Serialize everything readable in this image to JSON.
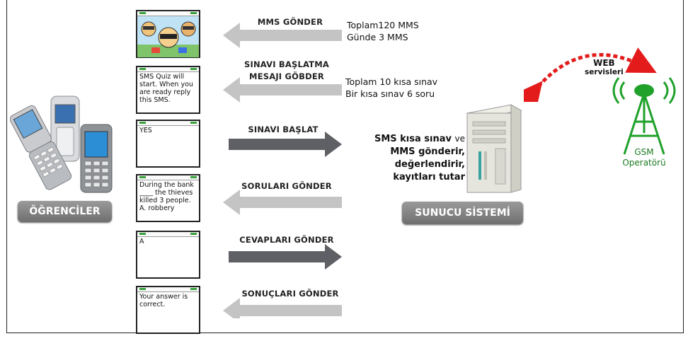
{
  "students_label": "ÖĞRENCİLER",
  "server_label": "SUNUCU SİSTEMİ",
  "server_description": {
    "line1_bold": "SMS kısa sınav",
    "line1_thin": "ve",
    "line2": "MMS gönderir,",
    "line3": "değerlendirir,",
    "line4": "kayıtları tutar"
  },
  "gsm": {
    "line1": "GSM",
    "line2": "Operatörü"
  },
  "web": {
    "line1": "WEB",
    "line2": "servisleri"
  },
  "steps": [
    {
      "label": "MMS GÖNDER",
      "direction": "to-students",
      "note1": "Toplam120 MMS",
      "note2": "Günde 3 MMS"
    },
    {
      "label": "SINAVI BAŞLATMA",
      "label2": "MESAJI GÖBDER",
      "direction": "to-students",
      "note1": "Toplam 10 kısa sınav",
      "note2": "Bir kısa sınav 6 soru"
    },
    {
      "label": "SINAVI BAŞLAT",
      "direction": "to-server"
    },
    {
      "label": "SORULARI GÖNDER",
      "direction": "to-students"
    },
    {
      "label": "CEVAPLARI GÖNDER",
      "direction": "to-server"
    },
    {
      "label": "SONUÇLARI GÖNDER",
      "direction": "to-students"
    }
  ],
  "screens": [
    {
      "text": ""
    },
    {
      "text": "SMS Quiz will start. When you are ready reply this SMS."
    },
    {
      "text": "YES"
    },
    {
      "text": "During the bank ____ the thieves killed 3 people. A. robbery"
    },
    {
      "text": "A"
    },
    {
      "text": "Your answer is correct."
    }
  ],
  "colors": {
    "arrow_to_server": "#5f6065",
    "arrow_to_students": "#c4c4c4",
    "web_arrow": "#e31b1b",
    "antenna": "#1fa12a"
  }
}
